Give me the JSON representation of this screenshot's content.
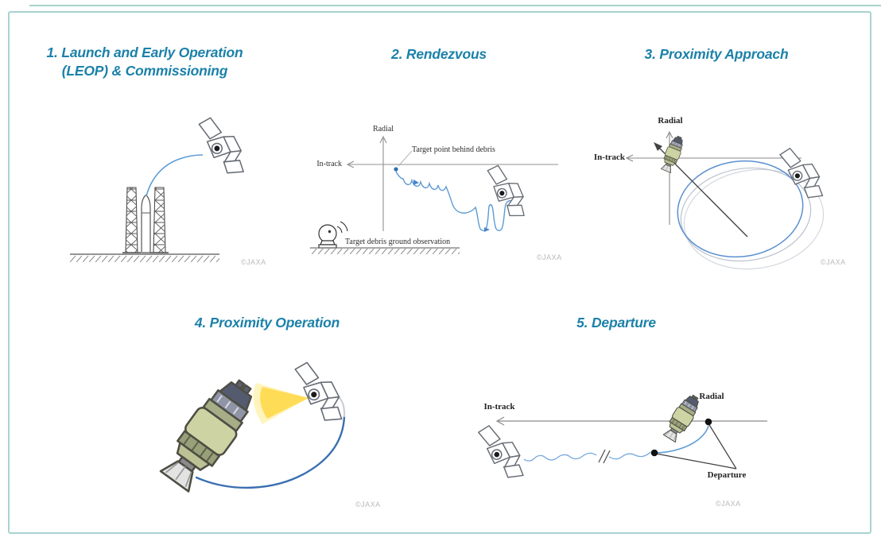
{
  "panels": {
    "launch": {
      "title_line1": "1. Launch and Early Operation",
      "title_line2": "(LEOP) & Commissioning",
      "credit": "©JAXA"
    },
    "rendezvous": {
      "title": "2. Rendezvous",
      "radial_label": "Radial",
      "intrack_label": "In-track",
      "target_point_label": "Target point behind debris",
      "ground_observation_label": "Target debris ground observation",
      "credit": "©JAXA"
    },
    "proximity_approach": {
      "title": "3. Proximity Approach",
      "radial_label": "Radial",
      "intrack_label": "In-track",
      "credit": "©JAXA"
    },
    "proximity_operation": {
      "title": "4. Proximity Operation",
      "credit": "©JAXA"
    },
    "departure": {
      "title": "5. Departure",
      "radial_label": "Radial",
      "intrack_label": "In-track",
      "departure_label": "Departure",
      "credit": "©JAXA"
    }
  },
  "colors": {
    "title_teal": "#1b81a9",
    "frame_border": "#a9d3cf",
    "trajectory_blue": "#5b9bd5",
    "orbit_blue": "#3a6fb0",
    "axis_gray": "#8f8f8f",
    "label_ink": "#2e2e2e",
    "watermark_gray": "#b9b9b9",
    "debris_olive": "#ced3a4",
    "flash_yellow": "#ffd94a"
  }
}
